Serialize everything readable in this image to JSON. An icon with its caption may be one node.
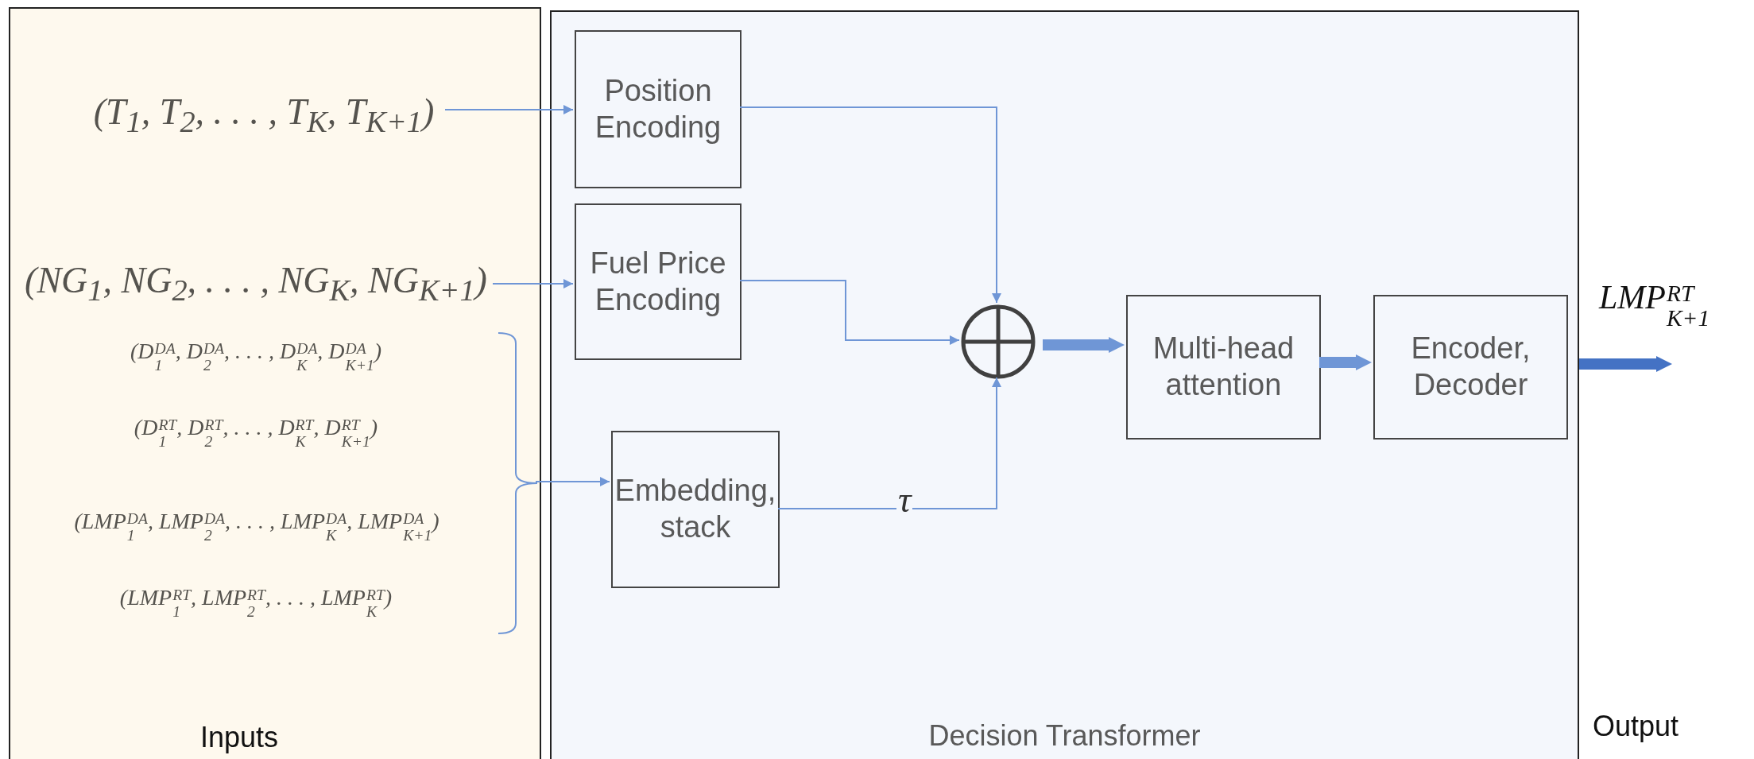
{
  "diagram": {
    "nodes": [
      {
        "text": [
          "Inputs"
        ]
      },
      {
        "text": [
          "Decision Transformer"
        ]
      },
      {
        "text": [
          "(T$_{1}$, T$_{2}$, . . . , T$_{K}$, T$_{K+1}$)"
        ],
        "in": 0
      },
      {
        "text": [
          "(NG$_{1}$, NG$_{2}$, . . . , NG$_{K}$, NG$_{K+1}$)"
        ],
        "in": 0
      },
      {
        "text": [
          "(D$^{DA}$$_{1}$, D$^{DA}$$_{2}$, . . . , D$^{DA}$$_{K}$, D$^{DA}$$_{K+1}$)"
        ],
        "in": 0
      },
      {
        "text": [
          "(D$^{RT}$$_{1}$, D$^{RT}$$_{2}$, . . . , D$^{RT}$$_{K}$, D$^{RT}$$_{K+1}$)"
        ],
        "in": 0
      },
      {
        "text": [
          "(LMP$^{DA}$$_{1}$, LMP$^{DA}$$_{2}$, . . . , LMP$^{DA}$$_{K}$, LMP$^{DA}$$_{K+1}$)"
        ],
        "in": 0
      },
      {
        "text": [
          "(LMP$^{RT}$$_{1}$, LMP$^{RT}$$_{2}$, . . . , LMP$^{RT}$$_{K}$)"
        ],
        "in": 0
      },
      {
        "text": [
          "Position Encoding"
        ],
        "in": 1
      },
      {
        "text": [
          "Fuel Price Encoding"
        ],
        "in": 1
      },
      {
        "text": [
          "Embedding, stack"
        ],
        "in": 1
      },
      {
        "text": [],
        "shape": "circle",
        "in": 1
      },
      {
        "text": [
          "Multi-head attention"
        ],
        "in": 1
      },
      {
        "text": [
          "Encoder, Decoder"
        ],
        "in": 1
      },
      {
        "text": [],
        "shape": "brace",
        "in": 0
      }
    ],
    "edges": [
      {
        "from": 2,
        "to": 8,
        "arrow": "to"
      },
      {
        "from": 3,
        "to": 9,
        "arrow": "to"
      },
      {
        "from": 14,
        "to": 10,
        "arrow": "to"
      },
      {
        "from": 8,
        "to": 11,
        "arrow": "to"
      },
      {
        "from": 9,
        "to": 11,
        "arrow": "to"
      },
      {
        "from": 10,
        "to": 11,
        "arrow": "to",
        "label": "τ"
      },
      {
        "from": 11,
        "to": 12,
        "arrow": "to",
        "style": "thick"
      },
      {
        "from": 12,
        "to": 13,
        "arrow": "to",
        "style": "thick"
      },
      {
        "from": 1,
        "to": null,
        "arrow": "to",
        "style": "thick",
        "color": "#4472c4"
      }
    ],
    "labels": [
      "LMP$^{RT}$$_{K+1}$",
      "Output"
    ]
  }
}
